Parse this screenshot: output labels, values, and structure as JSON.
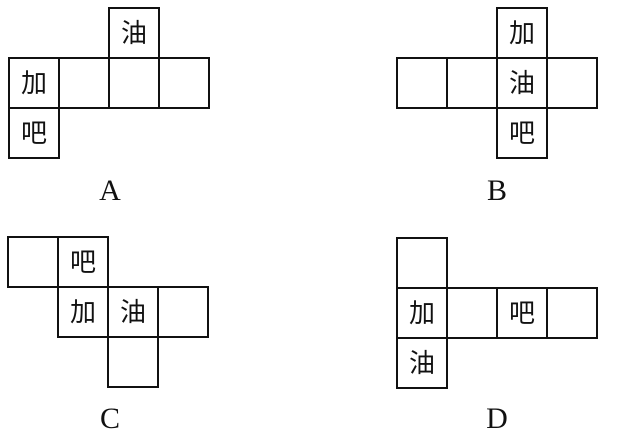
{
  "colors": {
    "line": "#111111",
    "background": "#ffffff"
  },
  "nets": [
    {
      "label": "A",
      "squares": [
        {
          "col": 2,
          "row": 0,
          "text": "油"
        },
        {
          "col": 0,
          "row": 1,
          "text": "加"
        },
        {
          "col": 1,
          "row": 1,
          "text": ""
        },
        {
          "col": 2,
          "row": 1,
          "text": ""
        },
        {
          "col": 3,
          "row": 1,
          "text": ""
        },
        {
          "col": 0,
          "row": 2,
          "text": "吧"
        }
      ]
    },
    {
      "label": "B",
      "squares": [
        {
          "col": 2,
          "row": 0,
          "text": "加"
        },
        {
          "col": 0,
          "row": 1,
          "text": ""
        },
        {
          "col": 1,
          "row": 1,
          "text": ""
        },
        {
          "col": 2,
          "row": 1,
          "text": "油"
        },
        {
          "col": 3,
          "row": 1,
          "text": ""
        },
        {
          "col": 2,
          "row": 2,
          "text": "吧"
        }
      ]
    },
    {
      "label": "C",
      "squares": [
        {
          "col": 0,
          "row": 0,
          "text": ""
        },
        {
          "col": 1,
          "row": 0,
          "text": "吧"
        },
        {
          "col": 1,
          "row": 1,
          "text": "加"
        },
        {
          "col": 2,
          "row": 1,
          "text": "油"
        },
        {
          "col": 3,
          "row": 1,
          "text": ""
        },
        {
          "col": 2,
          "row": 2,
          "text": ""
        }
      ]
    },
    {
      "label": "D",
      "squares": [
        {
          "col": 0,
          "row": 0,
          "text": ""
        },
        {
          "col": 0,
          "row": 1,
          "text": "加"
        },
        {
          "col": 1,
          "row": 1,
          "text": ""
        },
        {
          "col": 2,
          "row": 1,
          "text": "吧"
        },
        {
          "col": 3,
          "row": 1,
          "text": ""
        },
        {
          "col": 0,
          "row": 2,
          "text": "油"
        }
      ]
    }
  ]
}
